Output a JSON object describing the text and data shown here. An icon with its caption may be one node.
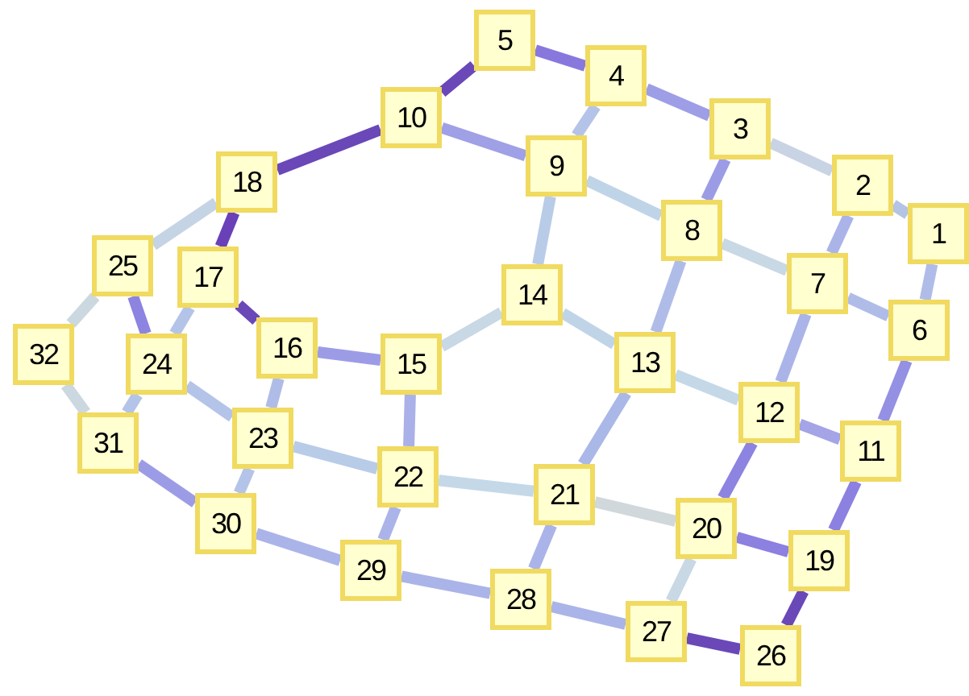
{
  "diagram": {
    "nodes": [
      {
        "text": [
          "1"
        ]
      },
      {
        "text": [
          "2"
        ]
      },
      {
        "text": [
          "3"
        ]
      },
      {
        "text": [
          "4"
        ]
      },
      {
        "text": [
          "5"
        ]
      },
      {
        "text": [
          "6"
        ]
      },
      {
        "text": [
          "7"
        ]
      },
      {
        "text": [
          "8"
        ]
      },
      {
        "text": [
          "9"
        ]
      },
      {
        "text": [
          "10"
        ]
      },
      {
        "text": [
          "11"
        ]
      },
      {
        "text": [
          "12"
        ]
      },
      {
        "text": [
          "13"
        ]
      },
      {
        "text": [
          "14"
        ]
      },
      {
        "text": [
          "15"
        ]
      },
      {
        "text": [
          "16"
        ]
      },
      {
        "text": [
          "17"
        ]
      },
      {
        "text": [
          "18"
        ]
      },
      {
        "text": [
          "19"
        ]
      },
      {
        "text": [
          "20"
        ]
      },
      {
        "text": [
          "21"
        ]
      },
      {
        "text": [
          "22"
        ]
      },
      {
        "text": [
          "23"
        ]
      },
      {
        "text": [
          "24"
        ]
      },
      {
        "text": [
          "25"
        ]
      },
      {
        "text": [
          "26"
        ]
      },
      {
        "text": [
          "27"
        ]
      },
      {
        "text": [
          "28"
        ]
      },
      {
        "text": [
          "29"
        ]
      },
      {
        "text": [
          "30"
        ]
      },
      {
        "text": [
          "31"
        ]
      },
      {
        "text": [
          "32"
        ]
      }
    ],
    "edges": [
      {
        "from": 4,
        "to": 9,
        "arrow": "none",
        "color": "#6a48b8"
      },
      {
        "from": 4,
        "to": 3,
        "arrow": "none",
        "color": "#8878dd"
      },
      {
        "from": 3,
        "to": 2,
        "arrow": "none",
        "color": "#9e9ee6"
      },
      {
        "from": 2,
        "to": 1,
        "arrow": "none",
        "color": "#c8d4e4"
      },
      {
        "from": 1,
        "to": 0,
        "arrow": "none",
        "color": "#b4c4e4"
      },
      {
        "from": 3,
        "to": 8,
        "arrow": "none",
        "color": "#b4c4e8"
      },
      {
        "from": 9,
        "to": 8,
        "arrow": "none",
        "color": "#a0a0e6"
      },
      {
        "from": 8,
        "to": 7,
        "arrow": "none",
        "color": "#c0d4e8"
      },
      {
        "from": 7,
        "to": 6,
        "arrow": "none",
        "color": "#c8d8e4"
      },
      {
        "from": 6,
        "to": 5,
        "arrow": "none",
        "color": "#b0bce8"
      },
      {
        "from": 2,
        "to": 7,
        "arrow": "none",
        "color": "#9c9ce6"
      },
      {
        "from": 1,
        "to": 6,
        "arrow": "none",
        "color": "#aab4e8"
      },
      {
        "from": 0,
        "to": 5,
        "arrow": "none",
        "color": "#b0bce8"
      },
      {
        "from": 8,
        "to": 13,
        "arrow": "none",
        "color": "#b8cce8"
      },
      {
        "from": 7,
        "to": 12,
        "arrow": "none",
        "color": "#b0bce8"
      },
      {
        "from": 6,
        "to": 11,
        "arrow": "none",
        "color": "#aab4e8"
      },
      {
        "from": 5,
        "to": 10,
        "arrow": "none",
        "color": "#9490e4"
      },
      {
        "from": 13,
        "to": 12,
        "arrow": "none",
        "color": "#c0d4e8"
      },
      {
        "from": 12,
        "to": 11,
        "arrow": "none",
        "color": "#c4d8e8"
      },
      {
        "from": 11,
        "to": 10,
        "arrow": "none",
        "color": "#a4a4e6"
      },
      {
        "from": 13,
        "to": 14,
        "arrow": "none",
        "color": "#c8d8e4"
      },
      {
        "from": 14,
        "to": 15,
        "arrow": "none",
        "color": "#9c9ce6"
      },
      {
        "from": 14,
        "to": 21,
        "arrow": "none",
        "color": "#aab0e8"
      },
      {
        "from": 15,
        "to": 16,
        "arrow": "none",
        "color": "#6a48b8"
      },
      {
        "from": 16,
        "to": 17,
        "arrow": "none",
        "color": "#6a40b8"
      },
      {
        "from": 17,
        "to": 9,
        "arrow": "none",
        "color": "#6a48b8"
      },
      {
        "from": 17,
        "to": 24,
        "arrow": "none",
        "color": "#c4d4e4"
      },
      {
        "from": 24,
        "to": 31,
        "arrow": "none",
        "color": "#ccd8e0"
      },
      {
        "from": 24,
        "to": 23,
        "arrow": "none",
        "color": "#8c84e0"
      },
      {
        "from": 16,
        "to": 23,
        "arrow": "none",
        "color": "#b4c4e8"
      },
      {
        "from": 15,
        "to": 22,
        "arrow": "none",
        "color": "#b0bce8"
      },
      {
        "from": 23,
        "to": 22,
        "arrow": "none",
        "color": "#b4c4e8"
      },
      {
        "from": 23,
        "to": 30,
        "arrow": "none",
        "color": "#b4c4e8"
      },
      {
        "from": 31,
        "to": 30,
        "arrow": "none",
        "color": "#ccd8e0"
      },
      {
        "from": 30,
        "to": 29,
        "arrow": "none",
        "color": "#9c9ce6"
      },
      {
        "from": 22,
        "to": 29,
        "arrow": "none",
        "color": "#b4c4e8"
      },
      {
        "from": 22,
        "to": 21,
        "arrow": "none",
        "color": "#b8cce8"
      },
      {
        "from": 21,
        "to": 20,
        "arrow": "none",
        "color": "#c4d8e8"
      },
      {
        "from": 21,
        "to": 28,
        "arrow": "none",
        "color": "#aab4e8"
      },
      {
        "from": 29,
        "to": 28,
        "arrow": "none",
        "color": "#aab4e8"
      },
      {
        "from": 28,
        "to": 27,
        "arrow": "none",
        "color": "#aab4e8"
      },
      {
        "from": 27,
        "to": 20,
        "arrow": "none",
        "color": "#aab4e8"
      },
      {
        "from": 20,
        "to": 12,
        "arrow": "none",
        "color": "#aab8e8"
      },
      {
        "from": 20,
        "to": 19,
        "arrow": "none",
        "color": "#d0d8dc"
      },
      {
        "from": 11,
        "to": 19,
        "arrow": "none",
        "color": "#8c84e0"
      },
      {
        "from": 19,
        "to": 18,
        "arrow": "none",
        "color": "#8c80e0"
      },
      {
        "from": 10,
        "to": 18,
        "arrow": "none",
        "color": "#8c80e0"
      },
      {
        "from": 18,
        "to": 25,
        "arrow": "none",
        "color": "#6a48b8"
      },
      {
        "from": 19,
        "to": 26,
        "arrow": "none",
        "color": "#c8d8e4"
      },
      {
        "from": 27,
        "to": 26,
        "arrow": "none",
        "color": "#aab4e8"
      },
      {
        "from": 26,
        "to": 25,
        "arrow": "none",
        "color": "#6a48b8"
      }
    ]
  }
}
